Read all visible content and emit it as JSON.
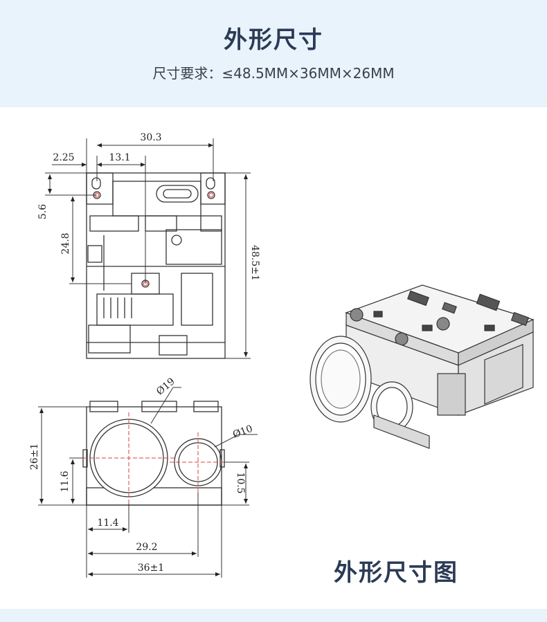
{
  "header": {
    "title": "外形尺寸",
    "subtitle": "尺寸要求：≤48.5MM×36MM×26MM"
  },
  "diagram": {
    "top_view": {
      "width_label": "30.3",
      "inner_width_label": "13.1",
      "offset_label": "2.25",
      "small_height_label": "5.6",
      "mid_height_label": "24.8",
      "height_label": "48.5±1"
    },
    "front_view": {
      "big_lens_label": "Ø19",
      "small_lens_label": "Ø10",
      "height_label": "26±1",
      "big_center_label": "11.6",
      "small_center_label": "10.5",
      "big_offset_label": "11.4",
      "lens_span_label": "29.2",
      "width_label": "36±1"
    }
  },
  "caption": "外形尺寸图",
  "colors": {
    "header_bg": "#e8f3fb",
    "title": "#2b3a55",
    "line": "#333333",
    "lens_mark": "#d94040"
  }
}
